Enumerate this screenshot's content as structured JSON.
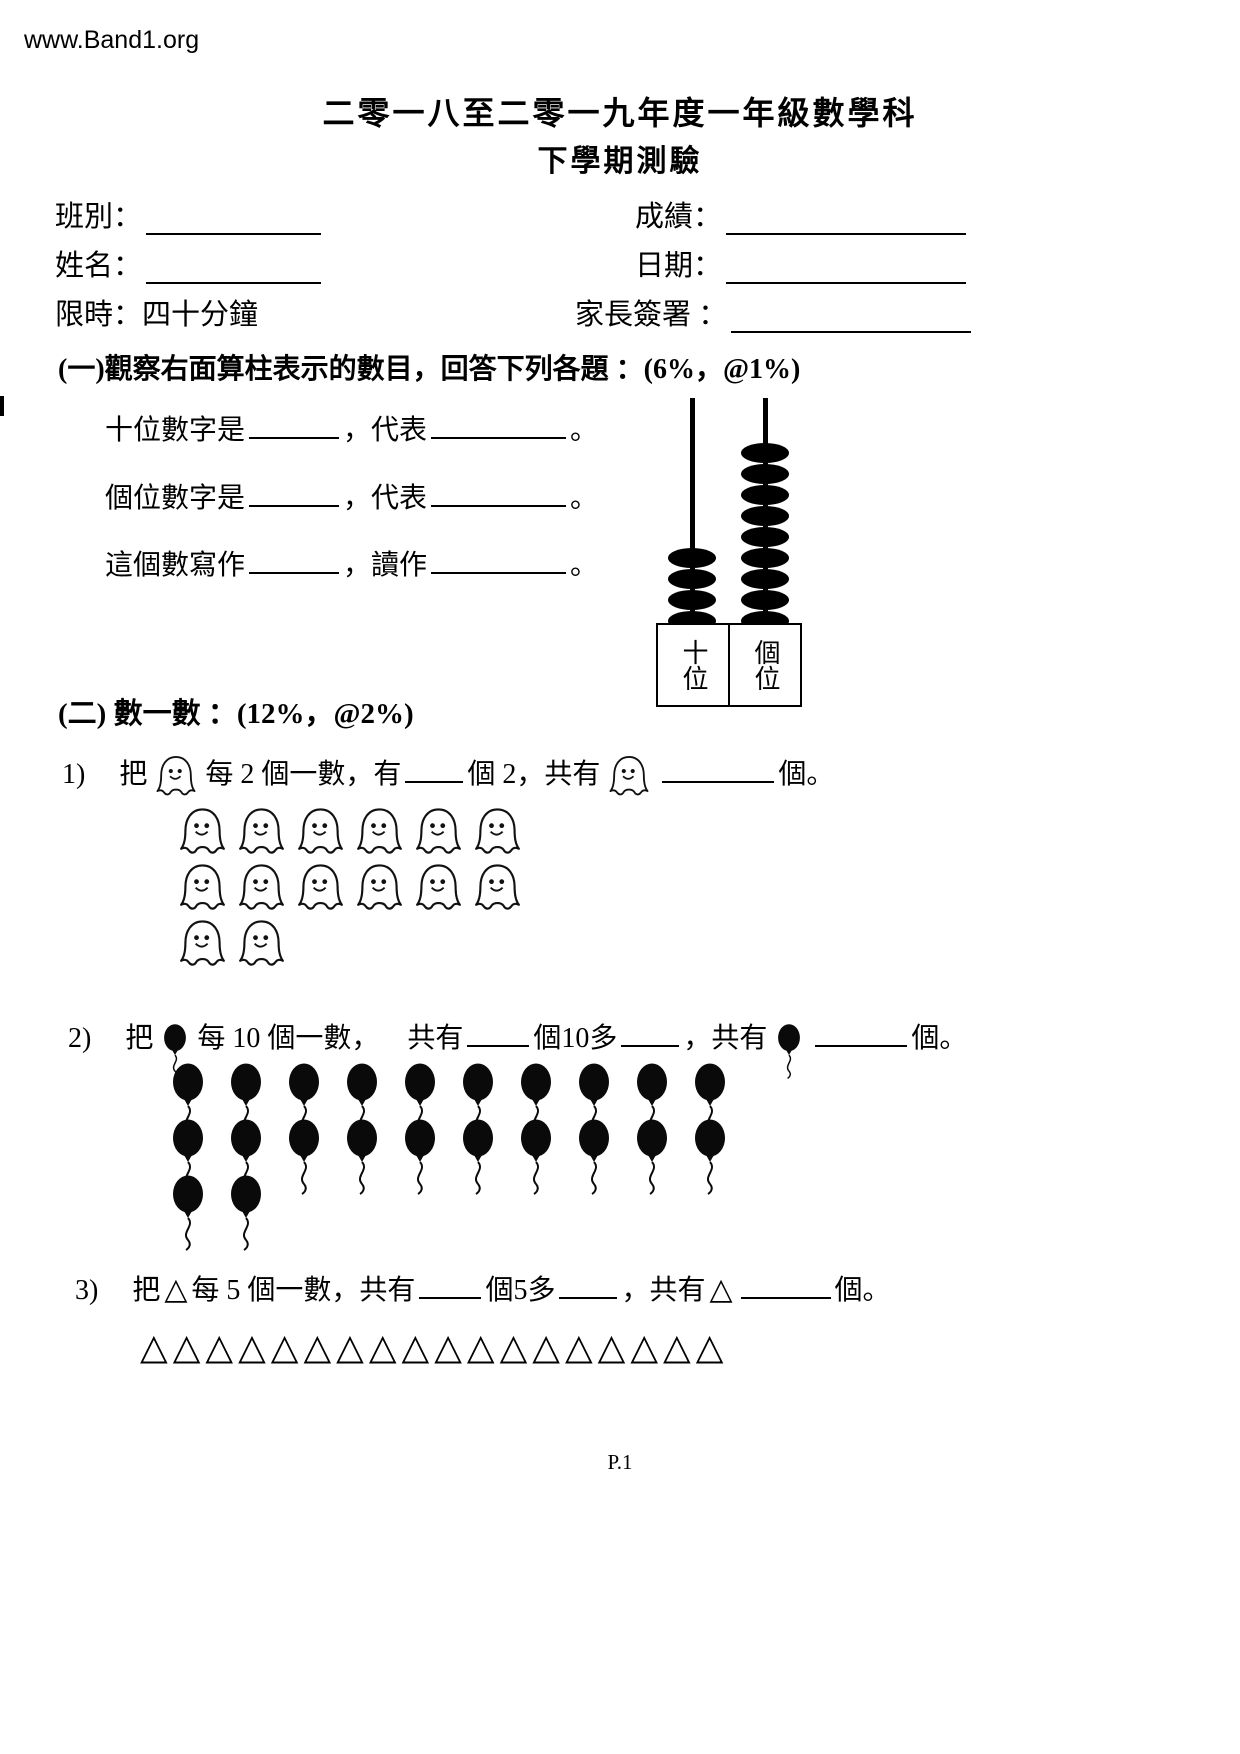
{
  "page": {
    "watermark": "www.Band1.org",
    "footer": "P.1"
  },
  "title": {
    "line1": "二零一八至二零一九年度一年級數學科",
    "line2": "下學期測驗"
  },
  "fields": {
    "class_label": "班別：",
    "score_label": "成績：",
    "name_label": "姓名：",
    "date_label": "日期：",
    "time_label": "限時：四十分鐘",
    "parent_label": "家長簽署 ："
  },
  "section1": {
    "heading": "(一)觀察右面算柱表示的數目，回答下列各題 ：(6%，@1%)",
    "lines": [
      {
        "pre": "十位數字是",
        "mid": "，代表",
        "end": "。"
      },
      {
        "pre": "個位數字是",
        "mid": "，代表",
        "end": "。"
      },
      {
        "pre": "這個數寫作",
        "mid": "，讀作",
        "end": "。"
      }
    ],
    "abacus": {
      "tens_beads": 4,
      "ones_beads": 9,
      "tens_label": "十位",
      "ones_label": "個位"
    }
  },
  "section2": {
    "heading": "(二) 數一數 ：(12%，@2%)",
    "q1": {
      "num": "1)",
      "t1": "把",
      "t2": "每 2 個一數，有",
      "t3": "個 2，共有",
      "t4": "個。",
      "ghost_rows": [
        6,
        6,
        2
      ]
    },
    "q2": {
      "num": "2)",
      "t1": "把",
      "t2": "每 10 個一數，",
      "t3": "共有",
      "t4": "個10多",
      "t5": "，共有",
      "t6": "個。",
      "balloon_rows": [
        10,
        10,
        2
      ]
    },
    "q3": {
      "num": "3)",
      "t1": "把",
      "t2": "每 5 個一數，共有",
      "t3": "個5多",
      "t4": "，共有",
      "t5": "個。",
      "triangle_glyph": "△",
      "triangle_count": 18
    }
  }
}
